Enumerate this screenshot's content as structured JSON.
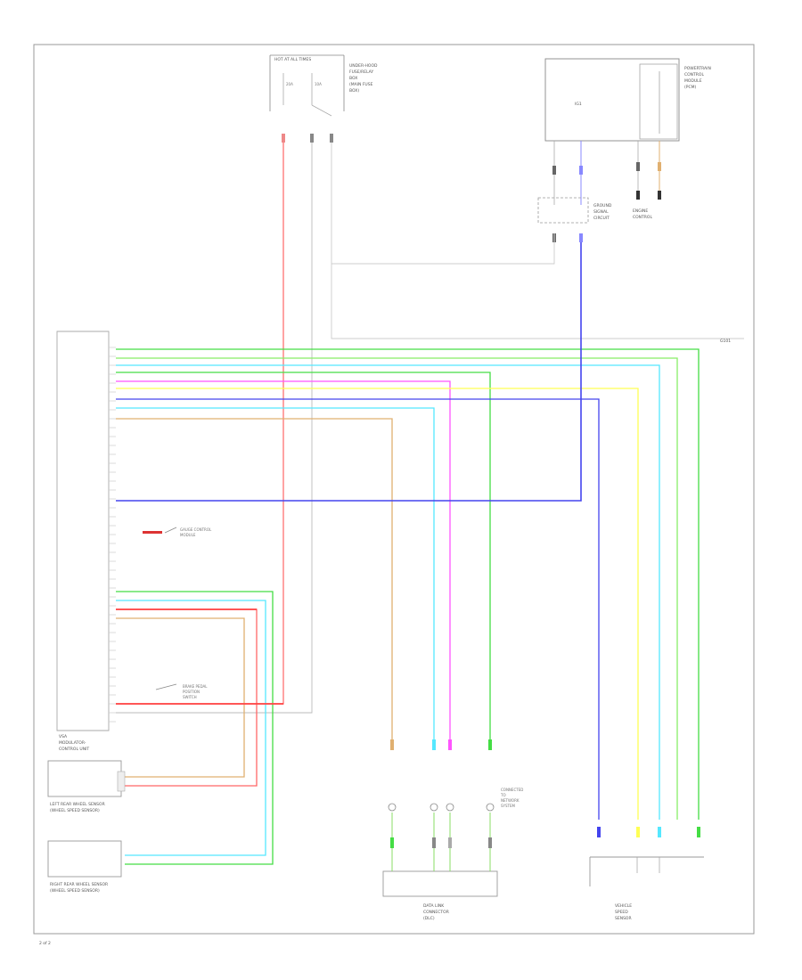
{
  "diagram": {
    "fuse_box_title": "HOT AT ALL TIMES",
    "fuse_box_note": [
      "UNDER-HOOD",
      "FUSE/RELAY",
      "BOX",
      "(MAIN FUSE",
      "BOX)"
    ],
    "fuse_labels": [
      "20A",
      "10A"
    ],
    "pcm_label": [
      "POWERTRAIN",
      "CONTROL",
      "MODULE",
      "(PCM)"
    ],
    "pcm_inner_label": "IG1",
    "joint_connector_label": [
      "GROUND",
      "SIGNAL",
      "CIRCUIT"
    ],
    "sensor_ground_label": [
      "VEHICLE",
      "SPEED",
      "SENSOR"
    ],
    "main_module_label": [
      "VSA",
      "MODULATOR-",
      "CONTROL UNIT"
    ],
    "wheel_rear_left_label": [
      "LEFT REAR WHEEL SENSOR",
      "(WHEEL SPEED SENSOR)"
    ],
    "wheel_rear_right_label": [
      "RIGHT REAR WHEEL SENSOR",
      "(WHEEL SPEED SENSOR)"
    ],
    "dlc_label": [
      "DATA LINK",
      "CONNECTOR",
      "(DLC)"
    ],
    "dlc_side_label": [
      "CONNECTED",
      "TO",
      "NETWORK",
      "SYSTEM"
    ],
    "gauge_label": [
      "GAUGE CONTROL",
      "MODULE"
    ],
    "brake_label": [
      "BRAKE PEDAL",
      "POSITION",
      "SWITCH"
    ],
    "ecu_label": [
      "ENGINE",
      "CONTROL"
    ],
    "ground_label": "G101",
    "footer_text": "2 of 2"
  },
  "wire_colors": {
    "red": "#ff5a5a",
    "green": "#44dd44",
    "light_green": "#88ee66",
    "cyan": "#55e8ff",
    "pink": "#ff55ff",
    "yellow": "#ffff55",
    "blue": "#4444ee",
    "tan": "#e0b070",
    "grey": "#bbbbbb"
  }
}
